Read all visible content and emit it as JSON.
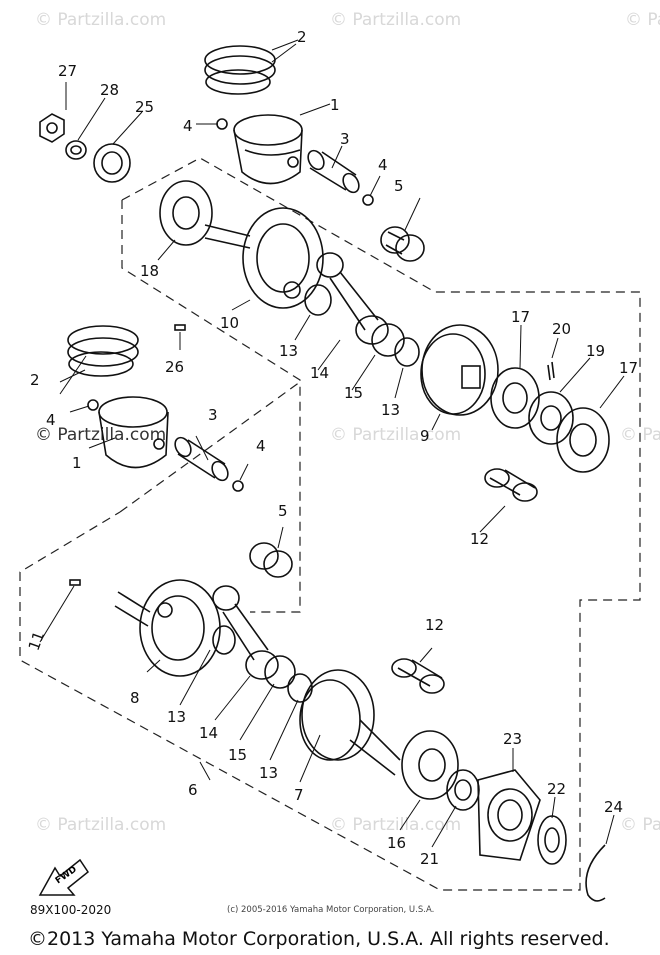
{
  "watermarks": {
    "light": "© Partzilla.com",
    "dark": "© Partzilla.com"
  },
  "callouts": {
    "c1a": "1",
    "c1b": "1",
    "c2a": "2",
    "c2b": "2",
    "c3a": "3",
    "c3b": "3",
    "c4a": "4",
    "c4b": "4",
    "c4c": "4",
    "c4d": "4",
    "c5a": "5",
    "c5b": "5",
    "c6": "6",
    "c7": "7",
    "c8": "8",
    "c9": "9",
    "c10": "10",
    "c11": "11",
    "c12a": "12",
    "c12b": "12",
    "c13a": "13",
    "c13b": "13",
    "c13c": "13",
    "c13d": "13",
    "c14a": "14",
    "c14b": "14",
    "c15a": "15",
    "c15b": "15",
    "c16": "16",
    "c17a": "17",
    "c17b": "17",
    "c18": "18",
    "c19": "19",
    "c20": "20",
    "c21": "21",
    "c22": "22",
    "c23": "23",
    "c24": "24",
    "c25": "25",
    "c26": "26",
    "c27": "27",
    "c28": "28"
  },
  "fwd_label": "FWD",
  "footer": {
    "diagram_code": "89X100-2020",
    "sub_copyright": "(c) 2005-2016 Yamaha Motor Corporation, U.S.A.",
    "copyright": "©2013 Yamaha Motor Corporation, U.S.A. All rights reserved."
  }
}
